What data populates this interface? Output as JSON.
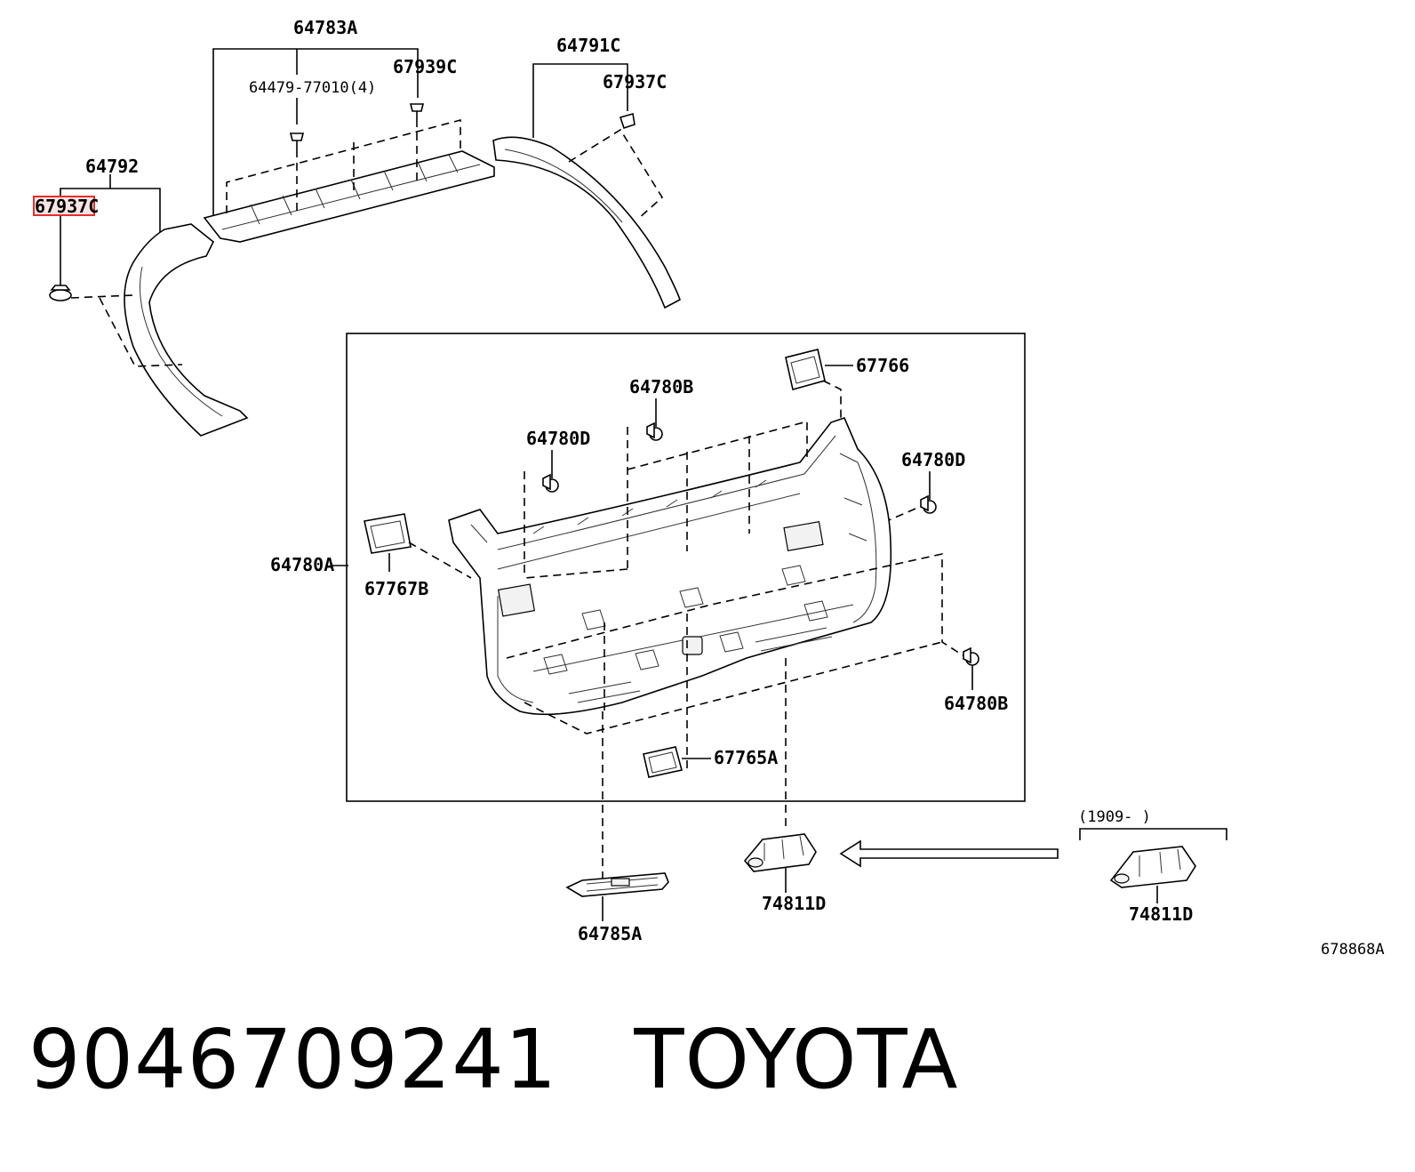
{
  "labels": {
    "l_64783A": "64783A",
    "l_64479": "64479-77010(4)",
    "l_67939C": "67939C",
    "l_64791C": "64791C",
    "l_67937C_r": "67937C",
    "l_64792": "64792",
    "l_67937C_l": "67937C",
    "l_67766": "67766",
    "l_64780B_t": "64780B",
    "l_64780D_l": "64780D",
    "l_64780D_r": "64780D",
    "l_64780A": "64780A",
    "l_67767B": "67767B",
    "l_64780B_b": "64780B",
    "l_67765A": "67765A",
    "l_74811D_l": "74811D",
    "l_74811D_r": "74811D",
    "l_64785A": "64785A",
    "l_1909": "(1909-   )",
    "l_ref": "678868A"
  },
  "caption": {
    "part_number": "9046709241",
    "brand": "TOYOTA"
  },
  "colors": {
    "highlight_stroke": "#e0302d",
    "highlight_fill": "#fbe4e4",
    "line": "#000000"
  }
}
